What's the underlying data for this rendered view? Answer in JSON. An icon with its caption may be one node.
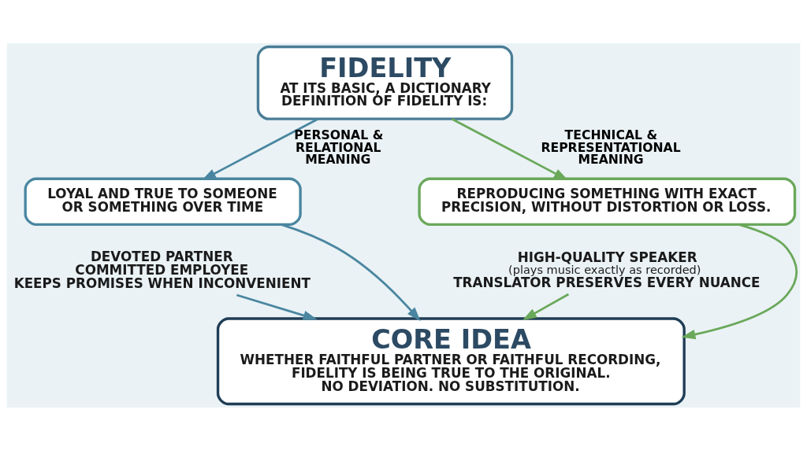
{
  "diagram": {
    "nodes": [
      {
        "text": [
          "FIDELITY",
          "AT ITS BASIC, A DICTIONARY DEFINITION OF FIDELITY IS:"
        ]
      },
      {
        "text": [
          "LOYAL AND TRUE TO SOMEONE OR SOMETHING OVER TIME"
        ]
      },
      {
        "text": [
          "REPRODUCING SOMETHING WITH EXACT PRECISION, WITHOUT DISTORTION OR LOSS."
        ]
      },
      {
        "text": [
          "DEVOTED PARTNER",
          "COMMITTED EMPLOYEE",
          "KEEPS PROMISES WHEN INCONVENIENT"
        ]
      },
      {
        "text": [
          "HIGH-QUALITY SPEAKER",
          "(plays music exactly as recorded)",
          "TRANSLATOR PRESERVES EVERY NUANCE"
        ]
      },
      {
        "text": [
          "CORE IDEA",
          "WHETHER FAITHFUL PARTNER OR FAITHFUL RECORDING, FIDELITY IS BEING TRUE TO THE ORIGINAL.",
          "NO DEVIATION. NO SUBSTITUTION."
        ]
      }
    ],
    "edges": [
      {
        "from": 0,
        "to": 1,
        "arrow": "to",
        "label": "PERSONAL & RELATIONAL MEANING",
        "color": "#4a86a0"
      },
      {
        "from": 0,
        "to": 2,
        "arrow": "to",
        "label": "TECHNICAL & REPRESENTATIONAL MEANING",
        "color": "#6aa85a"
      },
      {
        "from": 1,
        "to": 5,
        "arrow": "to",
        "color": "#4a86a0"
      },
      {
        "from": 2,
        "to": 5,
        "arrow": "to",
        "color": "#6aa85a"
      },
      {
        "from": 3,
        "to": 5,
        "arrow": "to",
        "color": "#4a86a0"
      },
      {
        "from": 4,
        "to": 5,
        "arrow": "to",
        "color": "#6aa85a"
      }
    ]
  }
}
